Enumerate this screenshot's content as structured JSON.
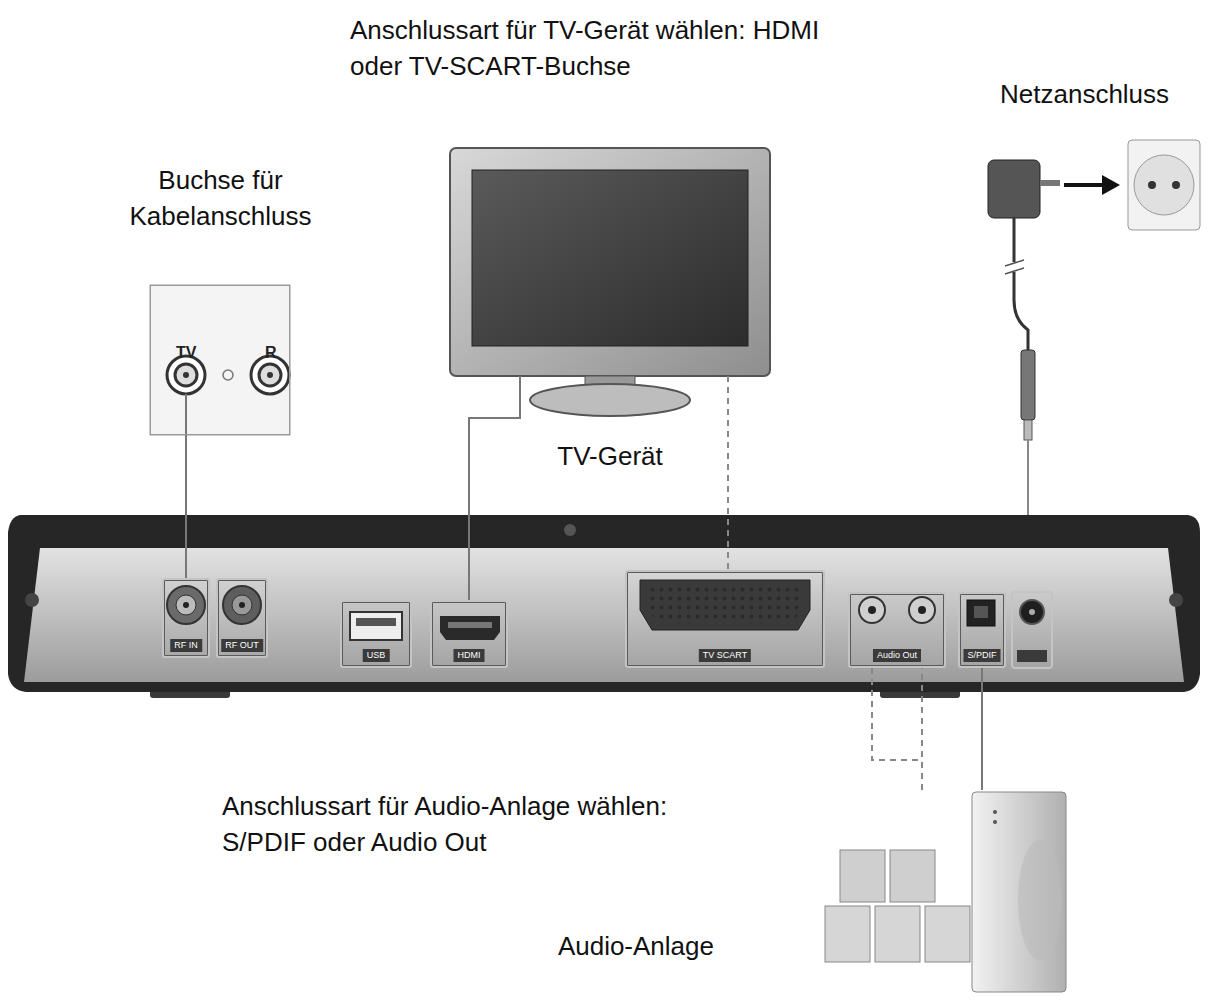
{
  "diagram": {
    "nodes": [
      {
        "text": [
          "Buchse für Kabelanschluss",
          "TV",
          "R"
        ]
      },
      {
        "text": [
          "TV-Gerät"
        ]
      },
      {
        "text": [
          "RF IN"
        ]
      },
      {
        "text": [
          "RF OUT"
        ]
      },
      {
        "text": [
          "USB"
        ]
      },
      {
        "text": [
          "HDMI"
        ]
      },
      {
        "text": [
          "TV SCART"
        ]
      },
      {
        "text": [
          "Audio Out"
        ]
      },
      {
        "text": [
          "S/PDIF"
        ]
      },
      {
        "text": [
          "Audio-Anlage"
        ]
      }
    ],
    "edges": [
      {
        "from": 0,
        "to": 2,
        "arrow": "none"
      },
      {
        "from": 1,
        "to": 5,
        "arrow": "none"
      },
      {
        "from": 1,
        "to": 6,
        "arrow": "none"
      },
      {
        "from": 9,
        "to": 8,
        "arrow": "none"
      },
      {
        "from": 9,
        "to": 7,
        "arrow": "none"
      }
    ],
    "labels": [
      "Anschlussart für TV-Gerät wählen: HDMI oder TV-SCART-Buchse",
      "Netzanschluss",
      "Anschlussart für Audio-Anlage wählen: S/PDIF oder Audio Out"
    ]
  }
}
